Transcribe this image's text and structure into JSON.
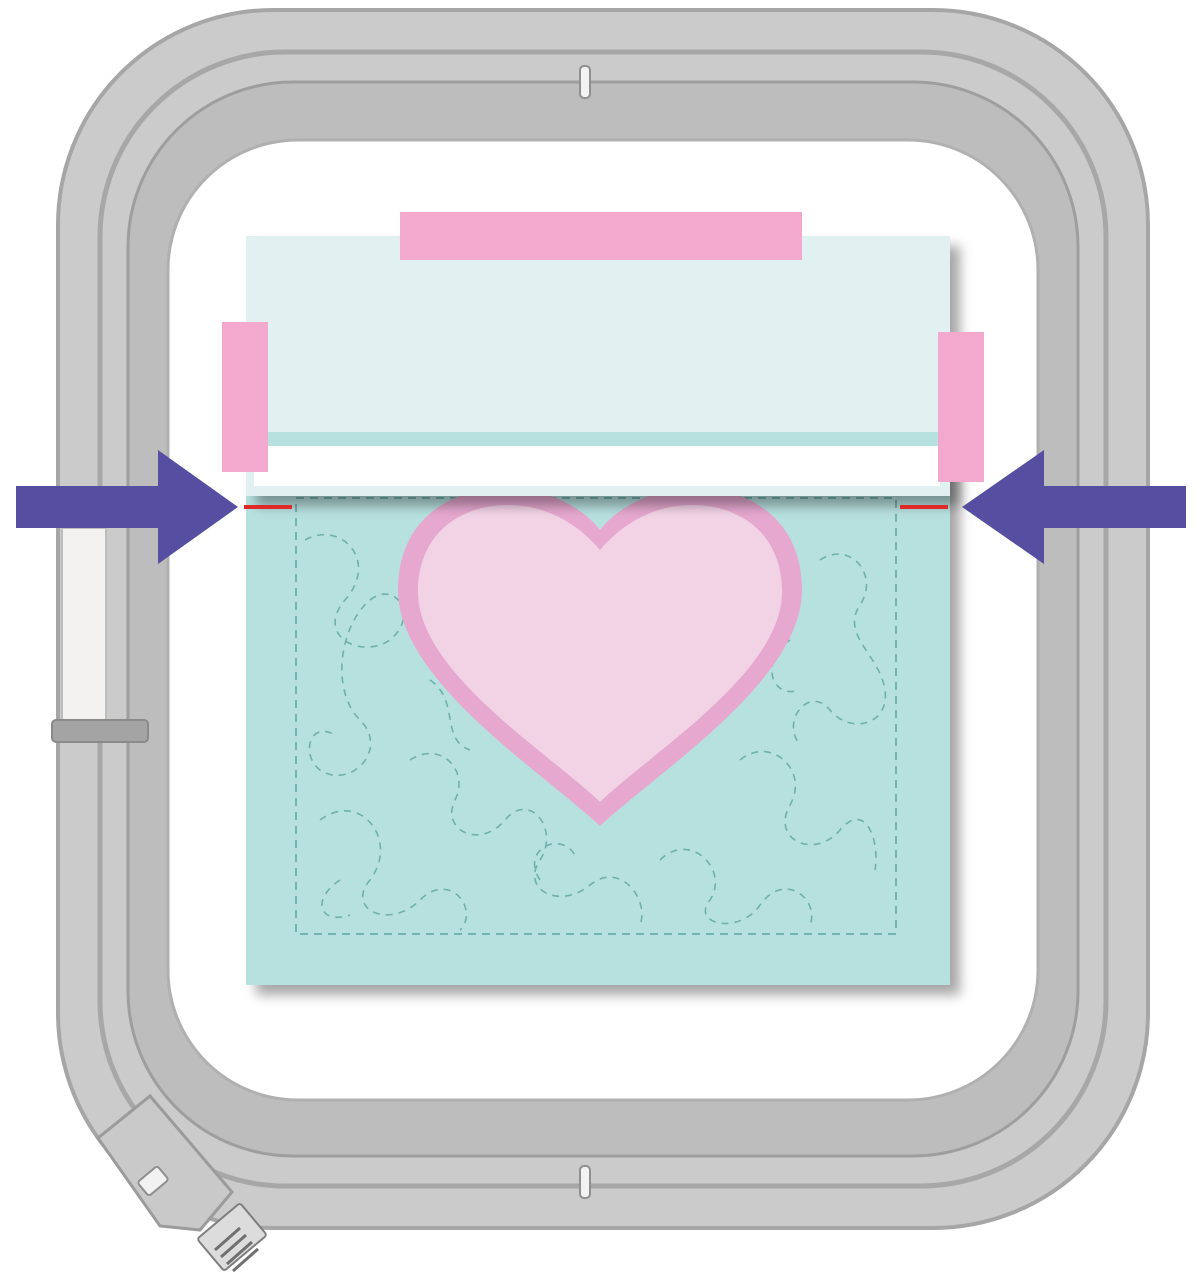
{
  "illustration": {
    "subject": "embroidery-hoop-with-quilt-block",
    "hoop": {
      "frame_color": "#c8c8c8",
      "frame_edge_color": "#a9a9a9",
      "inner_color": "#ffffff"
    },
    "quilt_block": {
      "fabric_color": "#b7e1df",
      "stitch_color": "#5fa5a0"
    },
    "heart_applique": {
      "fill_color": "#f2d3e6",
      "border_color": "#e6a8cf"
    },
    "top_fabric_flap": {
      "fill_color": "#e1f1f1",
      "binding_color": "#ffffff"
    },
    "tape_pieces": {
      "color": "#f2a9cd",
      "count": 3
    },
    "alignment_marks": {
      "color": "#e02a2a",
      "count": 2
    },
    "arrows": {
      "color": "#564ea0",
      "count": 2,
      "directions": [
        "right",
        "left"
      ]
    }
  }
}
